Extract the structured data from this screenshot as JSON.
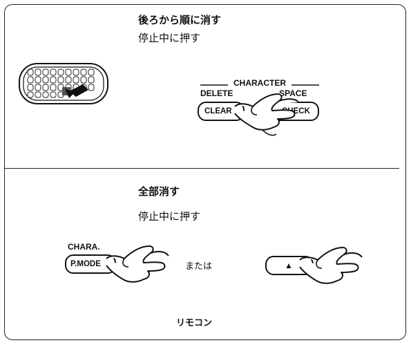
{
  "section1": {
    "title": "後ろから順に消す",
    "subtitle": "停止中に押す",
    "character_label": "CHARACTER",
    "delete_label": "DELETE",
    "space_label": "SPACE",
    "clear_button": "CLEAR",
    "check_button": "CHECK"
  },
  "section2": {
    "title": "全部消す",
    "subtitle": "停止中に押す",
    "chara_label": "CHARA.",
    "pmode_button": "P.MODE",
    "or_text": "または",
    "eject_symbol": "▲",
    "remote_label": "リモコン"
  },
  "icons": {
    "remote": "remote-control-icon",
    "hand": "pointing-hand-icon",
    "arrow": "arrow-icon"
  }
}
